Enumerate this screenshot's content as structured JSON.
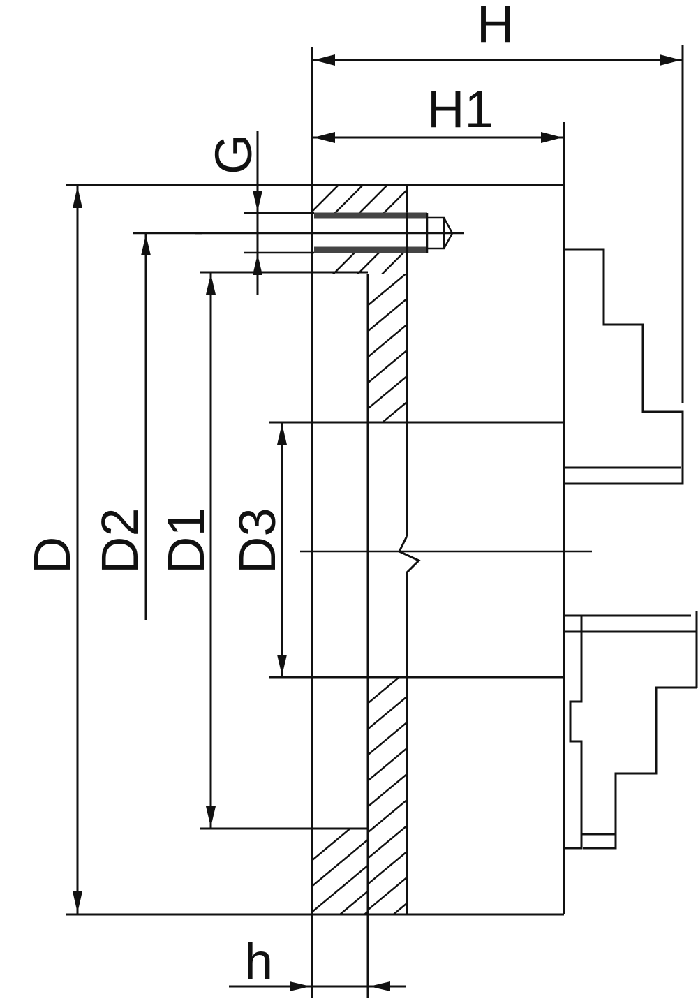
{
  "diagram": {
    "subject": "chuck-cross-section",
    "colors": {
      "line": "#111111",
      "thread": "#444444",
      "background": "#ffffff"
    },
    "dimensions": {
      "H": "H",
      "H1": "H1",
      "G": "G",
      "D": "D",
      "D1": "D1",
      "D2": "D2",
      "D3": "D3",
      "h": "h"
    }
  }
}
